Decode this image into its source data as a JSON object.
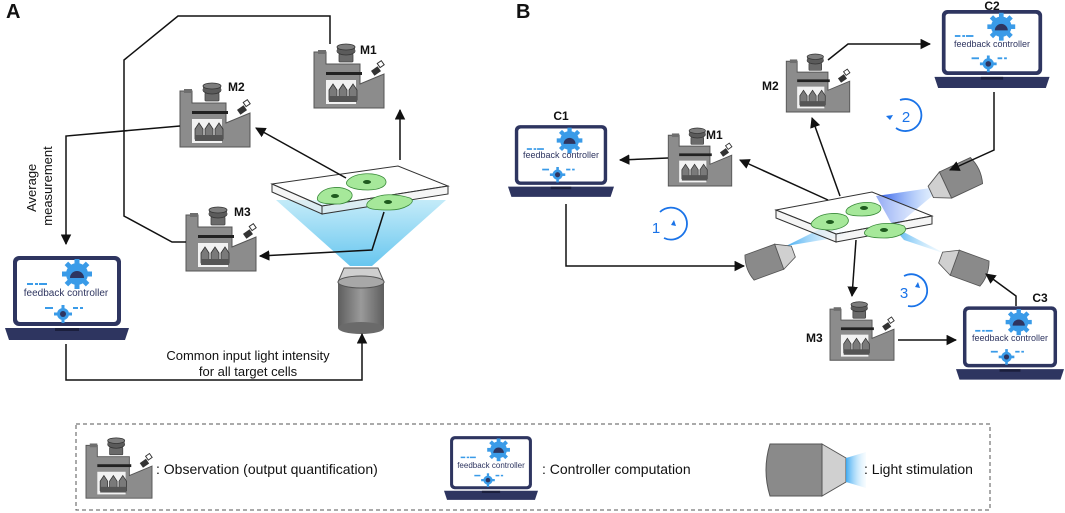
{
  "panels": {
    "a": "A",
    "b": "B"
  },
  "controller_text": "feedback controller",
  "panel_a": {
    "microscopes": [
      "M1",
      "M2",
      "M3"
    ],
    "average_label": [
      "Average",
      "measurement"
    ],
    "bottom_caption": [
      "Common input light intensity",
      "for all target cells"
    ]
  },
  "panel_b": {
    "microscopes": [
      "M1",
      "M2",
      "M3"
    ],
    "controllers": [
      "C1",
      "C2",
      "C3"
    ],
    "loops": [
      "1",
      "2",
      "3"
    ]
  },
  "legend": {
    "observation": ":  Observation (output quantification)",
    "controller": ":  Controller computation",
    "light": ":  Light stimulation"
  },
  "colors": {
    "gear": "#3a9be8",
    "laptop_frame": "#2e3560",
    "device_gray": "#8c8c8c",
    "cell_green": "#a6e89a",
    "light_blue": "#7fd0f0",
    "loop_blue": "#1a73e8"
  }
}
